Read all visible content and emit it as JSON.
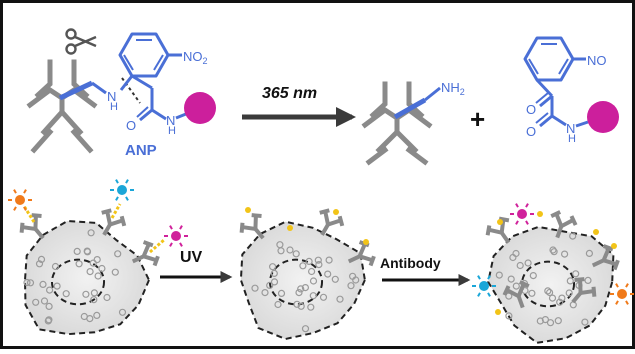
{
  "labels": {
    "no2": "NO",
    "no2_sub": "2",
    "nh": "N",
    "nh_h": "H",
    "amide_o": "O",
    "amide_nh": "N",
    "amide_h": "H",
    "anp": "ANP",
    "wavelength": "365 nm",
    "nh2": "NH",
    "nh2_sub": "2",
    "plus": "+",
    "nitroso": "NO",
    "ketone_o": "O",
    "prod_amide_o": "O",
    "prod_nh": "N",
    "prod_h": "H",
    "uv": "UV",
    "antibody": "Antibody"
  },
  "colors": {
    "chem_blue": "#4a6fd6",
    "payload_magenta": "#cc1f9c",
    "antibody_gray": "#8a8a8a",
    "arrow_dark": "#3a3a3a",
    "dye_orange": "#f07a1a",
    "dye_cyan": "#1aa6d8",
    "dye_magenta": "#d0229b",
    "dye_yellow": "#f2c418",
    "border": "#111111"
  }
}
